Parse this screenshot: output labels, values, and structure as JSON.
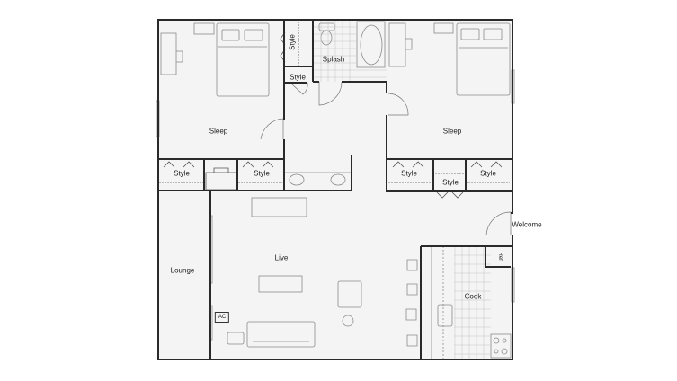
{
  "floor_plan": {
    "colors": {
      "wall": "#2a2a2a",
      "floor": "#f4f4f4",
      "fixture": "#8a8a8a",
      "background": "#ffffff"
    },
    "rooms": [
      {
        "id": "sleep_left",
        "label": "Sleep"
      },
      {
        "id": "sleep_right",
        "label": "Sleep"
      },
      {
        "id": "splash",
        "label": "Splash"
      },
      {
        "id": "live",
        "label": "Live"
      },
      {
        "id": "lounge",
        "label": "Lounge"
      },
      {
        "id": "cook",
        "label": "Cook"
      },
      {
        "id": "welcome",
        "label": "Welcome"
      }
    ],
    "closets": [
      {
        "id": "closet_bath_vertical",
        "label": "Style"
      },
      {
        "id": "closet_hall",
        "label": "Style"
      },
      {
        "id": "closet_left_1",
        "label": "Style"
      },
      {
        "id": "closet_left_2",
        "label": "Style"
      },
      {
        "id": "closet_right_1",
        "label": "Style"
      },
      {
        "id": "closet_right_mid",
        "label": "Style"
      },
      {
        "id": "closet_right_2",
        "label": "Style"
      }
    ],
    "appliances": {
      "refrigerator": "Ref.",
      "air_conditioner": "AC"
    }
  }
}
